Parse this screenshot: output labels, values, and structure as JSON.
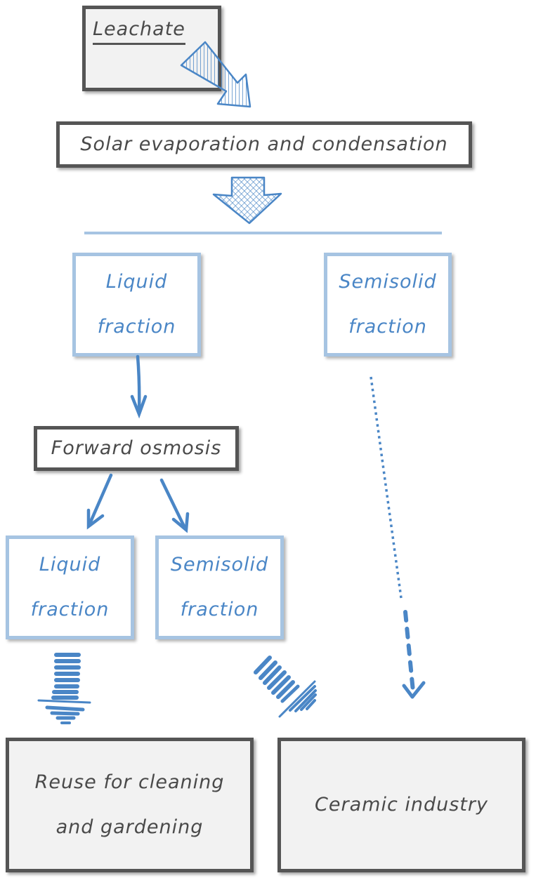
{
  "diagram": {
    "nodes": {
      "leachate": {
        "label": "Leachate"
      },
      "solar": {
        "label": "Solar evaporation and condensation"
      },
      "liquid1": {
        "line1": "Liquid",
        "line2": "fraction"
      },
      "semisolid1": {
        "line1": "Semisolid",
        "line2": "fraction"
      },
      "forward_osmosis": {
        "label": "Forward osmosis"
      },
      "liquid2": {
        "line1": "Liquid",
        "line2": "fraction"
      },
      "semisolid2": {
        "line1": "Semisolid",
        "line2": "fraction"
      },
      "reuse": {
        "line1": "Reuse for cleaning",
        "line2": "and gardening"
      },
      "ceramic": {
        "label": "Ceramic industry"
      }
    },
    "edges": [
      {
        "from": "leachate",
        "to": "solar",
        "style": "hatched-arrow"
      },
      {
        "from": "solar",
        "to": "liquid1",
        "style": "crosshatch-arrow"
      },
      {
        "from": "solar",
        "to": "semisolid1",
        "style": "crosshatch-arrow"
      },
      {
        "from": "liquid1",
        "to": "forward_osmosis",
        "style": "solid-arrow"
      },
      {
        "from": "forward_osmosis",
        "to": "liquid2",
        "style": "solid-arrow"
      },
      {
        "from": "forward_osmosis",
        "to": "semisolid2",
        "style": "solid-arrow"
      },
      {
        "from": "liquid2",
        "to": "reuse",
        "style": "zigzag-arrow"
      },
      {
        "from": "semisolid2",
        "to": "ceramic",
        "style": "zigzag-arrow"
      },
      {
        "from": "semisolid1",
        "to": "ceramic",
        "style": "dotted-arrow"
      }
    ],
    "colors": {
      "accent": "#4a86c6",
      "light_border": "#a6c4e2",
      "dark_border": "#555555",
      "dark_fill": "#f2f2f2"
    }
  }
}
